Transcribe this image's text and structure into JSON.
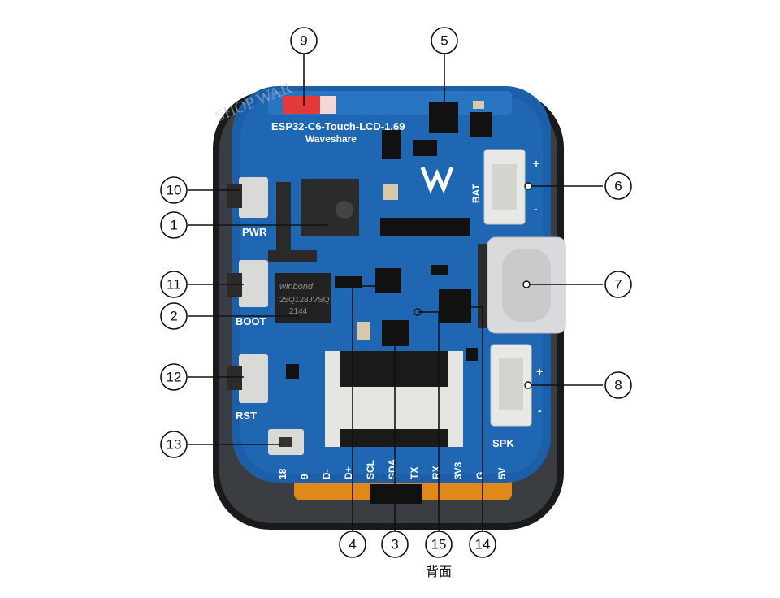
{
  "board": {
    "title": "ESP32-C6-Touch-LCD-1.69",
    "brand": "Waveshare",
    "watermark": "SHOP WAR",
    "flash_brand": "winbond",
    "flash_part": "25Q128JVSQ",
    "flash_code": "2144",
    "labels": {
      "pwr": "PWR",
      "boot": "BOOT",
      "rst": "RST",
      "bat": "BAT",
      "spk": "SPK",
      "bat_plus": "+",
      "bat_minus": "-",
      "spk_plus": "+",
      "spk_minus": "-"
    },
    "pins": [
      "18",
      "9",
      "D-",
      "D+",
      "SCL",
      "SDA",
      "TX",
      "RX",
      "3V3",
      "G",
      "5V"
    ]
  },
  "callouts": {
    "c1": "1",
    "c2": "2",
    "c3": "3",
    "c4": "4",
    "c5": "5",
    "c6": "6",
    "c7": "7",
    "c8": "8",
    "c9": "9",
    "c10": "10",
    "c11": "11",
    "c12": "12",
    "c13": "13",
    "c14": "14",
    "c15": "15"
  },
  "caption": "背面",
  "colors": {
    "pcb": "#1c5fa8",
    "pcb_dark": "#134a86",
    "frame": "#1a1a1a",
    "connector": "#e8e8e4",
    "usb": "#d9dadc",
    "fpc": "#e0891a"
  }
}
